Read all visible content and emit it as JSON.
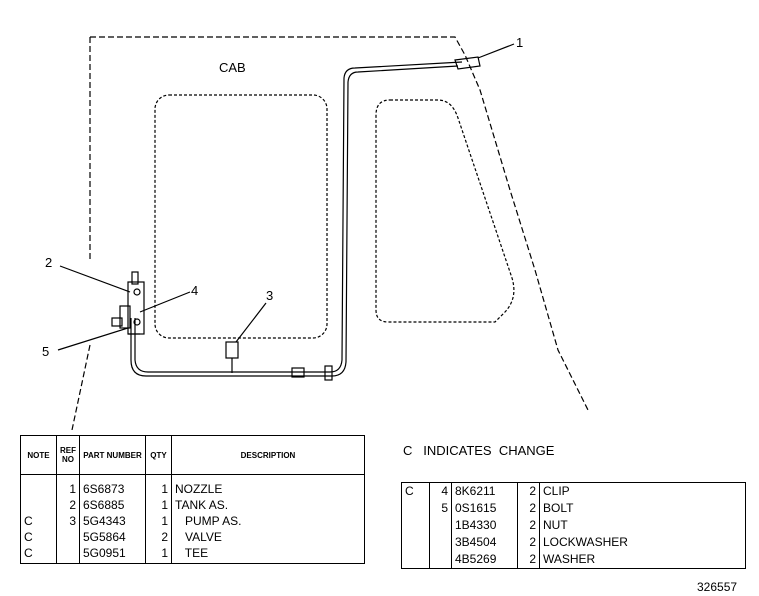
{
  "diagram": {
    "area_label": "CAB",
    "callouts": [
      "1",
      "2",
      "3",
      "4",
      "5"
    ]
  },
  "parts_table": {
    "headers": {
      "note": "NOTE",
      "ref_no": "REF NO",
      "part_number": "PART NUMBER",
      "qty": "QTY",
      "description": "DESCRIPTION"
    },
    "rows": [
      {
        "note": "",
        "ref": "1",
        "part": "6S6873",
        "qty": "1",
        "desc": "NOZZLE"
      },
      {
        "note": "",
        "ref": "2",
        "part": "6S6885",
        "qty": "1",
        "desc": "TANK AS."
      },
      {
        "note": "C",
        "ref": "3",
        "part": "5G4343",
        "qty": "1",
        "desc": "   PUMP AS."
      },
      {
        "note": "C",
        "ref": "",
        "part": "5G5864",
        "qty": "2",
        "desc": "   VALVE"
      },
      {
        "note": "C",
        "ref": "",
        "part": "5G0951",
        "qty": "1",
        "desc": "   TEE"
      }
    ]
  },
  "change_note": "C   INDICATES  CHANGE",
  "hardware_table": {
    "rows": [
      {
        "note": "C",
        "ref": "4",
        "part": "8K6211",
        "qty": "2",
        "desc": "CLIP"
      },
      {
        "note": "",
        "ref": "5",
        "part": "0S1615",
        "qty": "2",
        "desc": "BOLT"
      },
      {
        "note": "",
        "ref": "",
        "part": "1B4330",
        "qty": "2",
        "desc": "NUT"
      },
      {
        "note": "",
        "ref": "",
        "part": "3B4504",
        "qty": "2",
        "desc": "LOCKWASHER"
      },
      {
        "note": "",
        "ref": "",
        "part": "4B5269",
        "qty": "2",
        "desc": "WASHER"
      }
    ]
  },
  "drawing_number": "326557"
}
